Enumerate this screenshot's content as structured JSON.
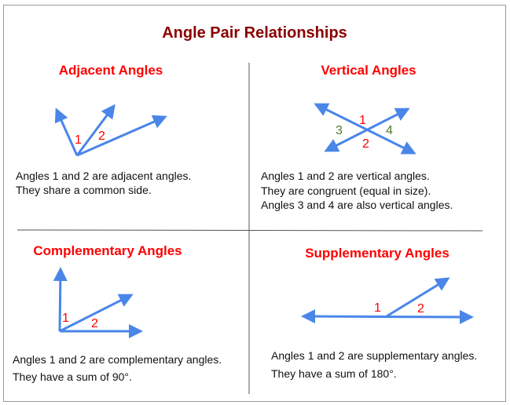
{
  "title": "Angle Pair Relationships",
  "colors": {
    "title": "#8b0000",
    "heading": "#ff0000",
    "arrow": "#4a86e8",
    "label_green": "#4e7a2a"
  },
  "adjacent": {
    "heading": "Adjacent Angles",
    "labels": [
      "1",
      "2"
    ],
    "lines": [
      "Angles 1 and 2 are adjacent angles.",
      "They share a common side."
    ]
  },
  "vertical": {
    "heading": "Vertical Angles",
    "labels": [
      "1",
      "2",
      "3",
      "4"
    ],
    "lines": [
      "Angles 1 and 2 are vertical angles.",
      "They are congruent (equal in size).",
      "Angles 3 and 4 are also vertical angles."
    ]
  },
  "complementary": {
    "heading": "Complementary Angles",
    "labels": [
      "1",
      "2"
    ],
    "lines": [
      "Angles 1 and 2 are complementary angles.",
      "They have a sum of 90°."
    ]
  },
  "supplementary": {
    "heading": "Supplementary Angles",
    "labels": [
      "1",
      "2"
    ],
    "lines": [
      "Angles 1 and 2 are supplementary angles.",
      "They have a sum of 180°."
    ]
  }
}
